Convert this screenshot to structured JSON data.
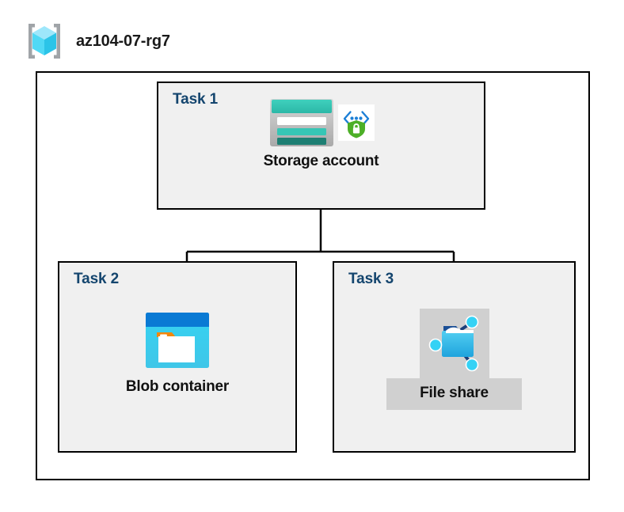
{
  "diagram": {
    "title": "az104-07-rg7",
    "container_kind": "resource-group",
    "background": "#ffffff",
    "border_color": "#000000",
    "box_fill": "#f0f0f0",
    "task_label_color": "#14456e",
    "caption_color": "#111111",
    "highlight_color": "#d0d0d0"
  },
  "header": {
    "icon": "resource-group-cube-icon",
    "label": "az104-07-rg7"
  },
  "tasks": [
    {
      "label": "Task 1",
      "node": {
        "caption": "Storage account",
        "icons": [
          "storage-account-icon",
          "secure-endpoint-shield-icon"
        ],
        "highlighted": false
      }
    },
    {
      "label": "Task 2",
      "node": {
        "caption": "Blob container",
        "icons": [
          "blob-container-icon"
        ],
        "highlighted": false
      }
    },
    {
      "label": "Task 3",
      "node": {
        "caption": "File share",
        "icons": [
          "file-share-icon"
        ],
        "highlighted": true
      }
    }
  ],
  "connections": [
    {
      "from": "Storage account",
      "to": "Blob container"
    },
    {
      "from": "Storage account",
      "to": "File share"
    }
  ],
  "icon_colors": {
    "cube_light": "#9ee7fb",
    "cube_mid": "#50d9f5",
    "cube_dark": "#2bc4e8",
    "bracket": "#a0a4a8",
    "storage_teal": "#32bfb0",
    "storage_teal_dark": "#1d7f73",
    "storage_gray": "#b3b3b3",
    "shield_green": "#4caf27",
    "bracket_blue": "#1c7fd6",
    "blob_header": "#0a7ad4",
    "blob_body": "#36d3f2",
    "blob_tab": "#f2870d",
    "folder_blue": "#33baea",
    "folder_dark": "#1b6bb5",
    "node_cyan": "#34d2f5"
  }
}
